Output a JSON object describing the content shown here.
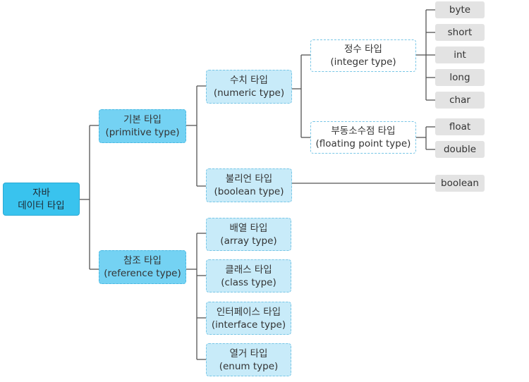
{
  "root": {
    "line1": "자바",
    "line2": "데이터 타입"
  },
  "primitive": {
    "name": "기본 타입",
    "en": "(primitive type)"
  },
  "reference": {
    "name": "참조 타입",
    "en": "(reference type)"
  },
  "numeric": {
    "name": "수치 타입",
    "en": "(numeric type)"
  },
  "boolean_type": {
    "name": "불리언 타입",
    "en": "(boolean type)"
  },
  "integer": {
    "name": "정수 타입",
    "en": "(integer type)"
  },
  "floating": {
    "name": "부동소수점 타입",
    "en": "(floating point type)"
  },
  "array": {
    "name": "배열 타입",
    "en": "(array type)"
  },
  "class_type": {
    "name": "클래스 타입",
    "en": "(class type)"
  },
  "interface_type": {
    "name": "인터페이스 타입",
    "en": "(interface type)"
  },
  "enum_type": {
    "name": "열거 타입",
    "en": "(enum type)"
  },
  "integer_leaves": [
    "byte",
    "short",
    "int",
    "long",
    "char"
  ],
  "float_leaves": [
    "float",
    "double"
  ],
  "boolean_leaf": "boolean"
}
